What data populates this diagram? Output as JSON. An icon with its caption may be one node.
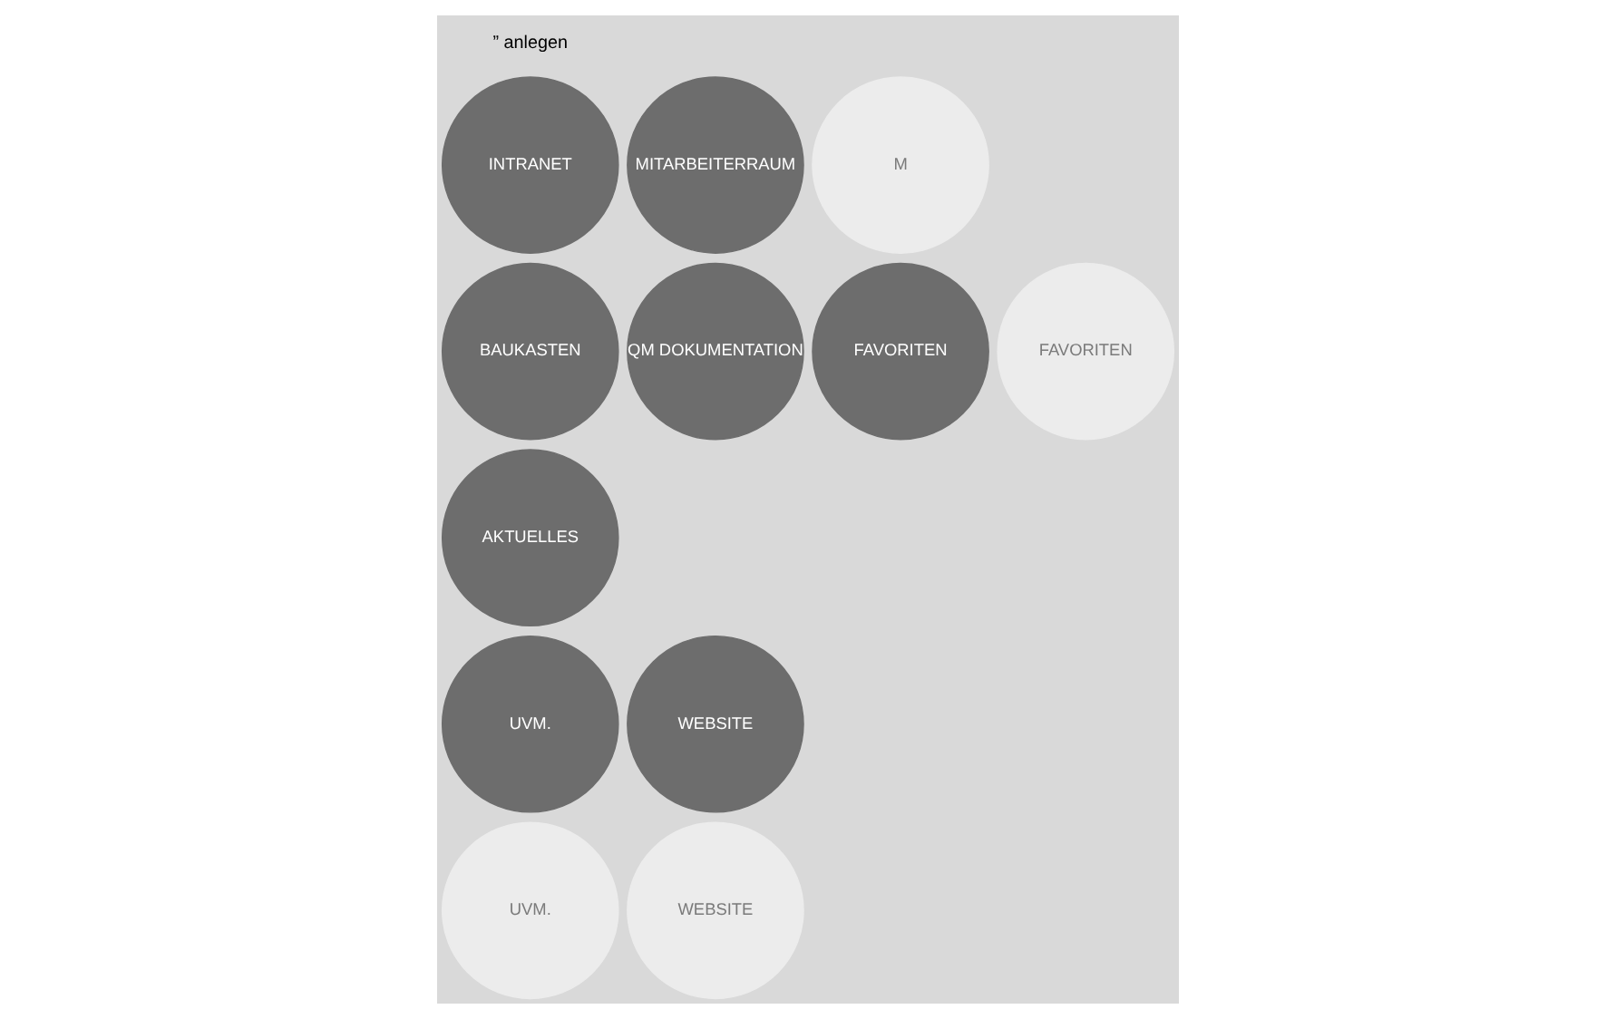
{
  "diagram": {
    "nodes": [
      {
        "text": [
          "INTRANET"
        ]
      },
      {
        "text": [
          "MITARBEITERRAUM"
        ]
      },
      {
        "text": [
          "M"
        ]
      },
      {
        "text": [
          "BAUKASTEN"
        ]
      },
      {
        "text": [
          "QM DOKUMENTATION"
        ]
      },
      {
        "text": [
          "FAVORITEN"
        ]
      },
      {
        "text": [
          "FAVORITEN"
        ]
      },
      {
        "text": [
          "AKTUELLES"
        ]
      },
      {
        "text": [
          "UVM."
        ]
      },
      {
        "text": [
          "WEBSITE"
        ]
      },
      {
        "text": [
          "UVM."
        ]
      },
      {
        "text": [
          "WEBSITE"
        ]
      }
    ],
    "edges": [],
    "labels": [
      "” anlegen"
    ]
  }
}
